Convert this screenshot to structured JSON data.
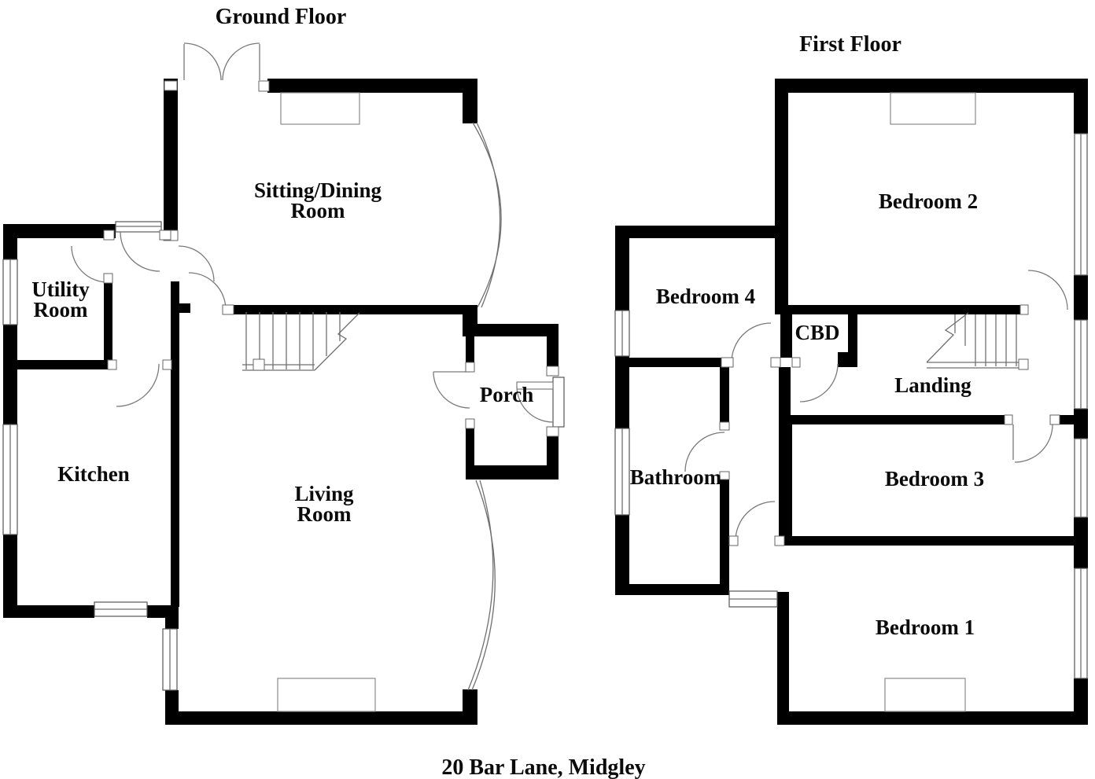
{
  "caption": "20 Bar Lane, Midgley",
  "ground_floor": {
    "title": "Ground Floor",
    "rooms": {
      "sitting": {
        "line1": "Sitting/Dining",
        "line2": "Room"
      },
      "utility": {
        "line1": "Utility",
        "line2": "Room"
      },
      "kitchen": {
        "label": "Kitchen"
      },
      "living": {
        "line1": "Living",
        "line2": "Room"
      },
      "porch": {
        "label": "Porch"
      }
    }
  },
  "first_floor": {
    "title": "First Floor",
    "rooms": {
      "bedroom2": {
        "label": "Bedroom 2"
      },
      "bedroom4": {
        "label": "Bedroom 4"
      },
      "cbd": {
        "label": "CBD"
      },
      "landing": {
        "label": "Landing"
      },
      "bathroom": {
        "label": "Bathroom"
      },
      "bedroom3": {
        "label": "Bedroom 3"
      },
      "bedroom1": {
        "label": "Bedroom 1"
      }
    }
  },
  "colors": {
    "wall": "#000000",
    "line": "#6f6f6f",
    "text": "#0b0b0b",
    "background": "#ffffff"
  }
}
